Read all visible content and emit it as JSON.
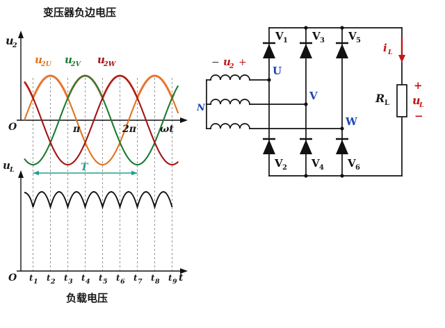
{
  "colors": {
    "ink": "#111111",
    "envelope": "#F5876B",
    "dash": "#8a8a8a",
    "period": "#1FA08E",
    "phase_label_blue": "#1E46B4",
    "red_label": "#C01818"
  },
  "titles": {
    "top": "变压器负边电压",
    "bottom": "负载电压"
  },
  "waveplot": {
    "y_axis": {
      "base": "u",
      "sub": "2"
    },
    "origin": "O",
    "ticks": {
      "pi": "π",
      "two_pi": "2π"
    },
    "x_label": "ωt",
    "period_label": "T",
    "axis_y": 173,
    "amplitude": 64,
    "x_start": 35,
    "wavelength": 150,
    "series": [
      {
        "base": "u",
        "sub": "2U",
        "color": "#E0731C",
        "phase_deg": 0
      },
      {
        "base": "u",
        "sub": "2V",
        "color": "#1B7A30",
        "phase_deg": 120
      },
      {
        "base": "u",
        "sub": "2W",
        "color": "#A31212",
        "phase_deg": 240
      }
    ]
  },
  "loadplot": {
    "y_axis": {
      "base": "u",
      "sub": "L"
    },
    "origin": "O",
    "x_label": "t",
    "ticks": [
      {
        "base": "t",
        "sub": "1"
      },
      {
        "base": "t",
        "sub": "2"
      },
      {
        "base": "t",
        "sub": "3"
      },
      {
        "base": "t",
        "sub": "4"
      },
      {
        "base": "t",
        "sub": "5"
      },
      {
        "base": "t",
        "sub": "6"
      },
      {
        "base": "t",
        "sub": "7"
      },
      {
        "base": "t",
        "sub": "8"
      },
      {
        "base": "t",
        "sub": "9"
      }
    ]
  },
  "circuit": {
    "top_diodes": [
      {
        "base": "V",
        "sub": "1"
      },
      {
        "base": "V",
        "sub": "3"
      },
      {
        "base": "V",
        "sub": "5"
      }
    ],
    "bottom_diodes": [
      {
        "base": "V",
        "sub": "2"
      },
      {
        "base": "V",
        "sub": "4"
      },
      {
        "base": "V",
        "sub": "6"
      }
    ],
    "phase_labels": [
      "U",
      "V",
      "W"
    ],
    "neutral_label": "N",
    "secondary_voltage": {
      "minus": "−",
      "base": "u",
      "sub": "2",
      "plus": "+"
    },
    "load_current": {
      "base": "i",
      "sub": "L"
    },
    "resistor": {
      "base": "R",
      "sub": "L"
    },
    "load_voltage": {
      "plus": "+",
      "base": "u",
      "sub": "L",
      "minus": "−"
    }
  }
}
